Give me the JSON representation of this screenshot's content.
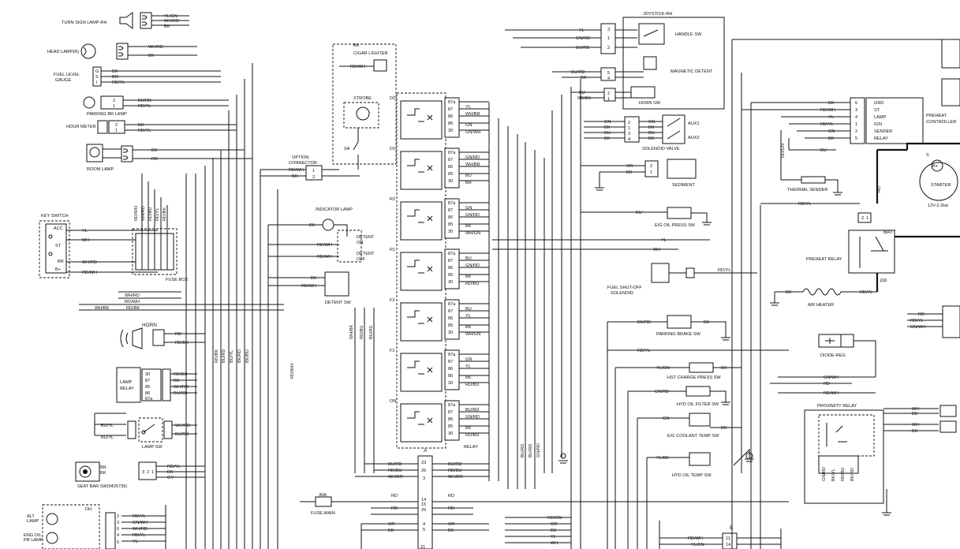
{
  "components": {
    "turn_lamp": "TURN SIGN LAMP-RH",
    "head_lamp": "HEAD LAMP(R)",
    "fuel_gauge_1": "FUEL LEVEL",
    "fuel_gauge_2": "GAUGE",
    "parking_lamp": "PARKING BR LAMP",
    "hour_meter": "HOUR METER",
    "room_lamp": "ROOM LAMP",
    "key_switch": "KEY SWITCH",
    "fuse_box": "FUSE BOX",
    "horn": "HORN",
    "lamp_relay_1": "LAMP",
    "lamp_relay_2": "RELAY",
    "lamp_sw": "LAMP SW",
    "seat_bar": "SEAT BAR SW(0425736)",
    "alt_lamp_1": "ALT",
    "alt_lamp_2": "LAMP",
    "eng_oil_1": "ENG OIL",
    "eng_oil_2": "PR LAMP",
    "option_conn_1": "OPTION",
    "option_conn_2": "CONNECTOR",
    "cigar": "CIGAR LIGHTER",
    "strobe": "STROBE",
    "indicator": "INDICATOR LAMP",
    "detent_on_1": "DETENT",
    "detent_on_2": "ON",
    "detent_off_1": "DETENT",
    "detent_off_2": "OFF",
    "detent_sw": "DETENT SW",
    "fuse_main": "FUSE-MAIN",
    "joystick": "JOYSTICK-RH",
    "handle_sw": "HANDLE SW",
    "magnetic": "MAGNETIC DETENT",
    "horn_sw": "HORN SW",
    "solenoid_valve": "SOLENOID VALVE",
    "aux1": "AUX1",
    "aux2": "AUX2",
    "sediment": "SEDIMENT",
    "oil_press": "E/G OIL PRESS SW",
    "fuel_shutoff_1": "FUEL SHUT-OFF",
    "fuel_shutoff_2": "SOLENOID",
    "parking_brake": "PARKING BRAKE SW",
    "hst": "HST CHARGE PRESS SW",
    "hyd_filter": "HYD OIL FILTER SW",
    "coolant": "E/G COOLANT TEMP SW",
    "hyd_temp": "HYD OIL TEMP SW",
    "relay_label": "RELAY",
    "preheat_ctrl_1": "PREHEAT",
    "preheat_ctrl_2": "CONTROLLER",
    "thermal": "THERMAL SENDER",
    "starter": "STARTER",
    "starter_rating": "12V-2.2kw",
    "preheat_relay": "PREHEAT RELAY",
    "batt": "BATT",
    "pp": "PP",
    "air_heater": "AIR HEATER",
    "diode_reg": "DIODE-REG",
    "proximity": "PROXIMITY RELAY",
    "fuse_rating": "30A"
  },
  "relays": [
    {
      "name": "D2",
      "out1": "YL",
      "out2": "WH/BR",
      "in1": "GN",
      "in2": "GN/WH"
    },
    {
      "name": "D1",
      "out1": "GN/RD",
      "out2": "WH/BR",
      "in1": "BU",
      "in2": "BR"
    },
    {
      "name": "R2",
      "out1": "GN",
      "out2": "GN/RD",
      "in1": "BK",
      "in2": "WH/GN"
    },
    {
      "name": "R1",
      "out1": "BU",
      "out2": "GN/RD",
      "in1": "BK",
      "in2": "RD/BU"
    },
    {
      "name": "F2",
      "out1": "BU",
      "out2": "YL",
      "in1": "BK",
      "in2": "WH/GN"
    },
    {
      "name": "F1",
      "out1": "GN",
      "out2": "YL",
      "in1": "BK",
      "in2": "RD/BU"
    },
    {
      "name": "ON",
      "out1": "BU/RD",
      "out2": "GN/RD",
      "in1": "BK",
      "in2": "RD/BU"
    }
  ],
  "relay_pins": [
    "87a",
    "87",
    "86",
    "85",
    "30"
  ],
  "key_switch_pins": [
    "ACC",
    "ST",
    "BR",
    "B+"
  ],
  "lamp_relay_pins": [
    "30",
    "87",
    "85",
    "86",
    "87a"
  ],
  "lamp_relay_wires": [
    "RD/BU",
    "BK",
    "WH/RD",
    "BU/RD"
  ],
  "pins": {
    "num1": "1",
    "num2": "2",
    "num3": "3",
    "num4": "4",
    "num5": "5",
    "num6": "6",
    "num11": "11",
    "num14": "14",
    "num15": "15",
    "num21": "21",
    "num23": "23",
    "num25": "25",
    "num26": "26"
  },
  "connectors": {
    "a": "A",
    "b": "B"
  },
  "fuel_pins": [
    "G",
    "S",
    "I"
  ],
  "preheat_pins": [
    "GND",
    "ST",
    "LAMP",
    "IGN",
    "SENDER",
    "RELAY"
  ],
  "preheat_wires": [
    "BK",
    "RD/WH",
    "YL",
    "RD/YL",
    "GN",
    "BK"
  ],
  "starter_terms": {
    "b": "B+",
    "s": "S"
  },
  "proximity_pins": [
    "GN/RD",
    "BK/YL",
    "RD/BU",
    "BK/RD"
  ],
  "fuse_box_wires": [
    "RD/WH",
    "WH/RD",
    "RD/BU",
    "RD/YL",
    "RD/BK"
  ],
  "vertical_wires": [
    "RD/BK",
    "BU/RD",
    "BU/YL",
    "BK/RD",
    "BK/BU"
  ],
  "relay_vert_wires": [
    "WH/GN",
    "RD/BU",
    "RD/BU",
    "BU/RD"
  ],
  "bottom_vert_wires": [
    "BU/RD",
    "BU/RD",
    "GN/RD"
  ],
  "connector_a_wires": [
    "BU/RD",
    "RD/BU",
    "WH/BR"
  ],
  "alt_wires": [
    "RD/YL",
    "GN/WH",
    "WH/RD",
    "RD/YL",
    "YL"
  ],
  "wires": {
    "yl_gn": "YL/GN",
    "wh_rd": "WH/RD",
    "bk": "BK",
    "rd_yl": "RD/YL",
    "bk_rd": "BK/RD",
    "rd": "RD",
    "yl": "YL",
    "wh": "WH",
    "rd_wh": "RD/WH",
    "br": "BR",
    "rd_bk": "RD/BK",
    "wh_bk": "WH/BK",
    "bu_yl": "BU/YL",
    "bu_rd": "BU/RD",
    "rd_bu": "RD/BU",
    "gy": "GY",
    "dh": "DH",
    "gn_rd": "GN/RD",
    "gn": "GN",
    "bu": "BU",
    "or": "OR",
    "rd_gn": "RD/GN",
    "yl_bk": "YL/BK",
    "gn_wh": "GN/WH",
    "yl_gn2": "YL/GN",
    "sa": "SA"
  }
}
